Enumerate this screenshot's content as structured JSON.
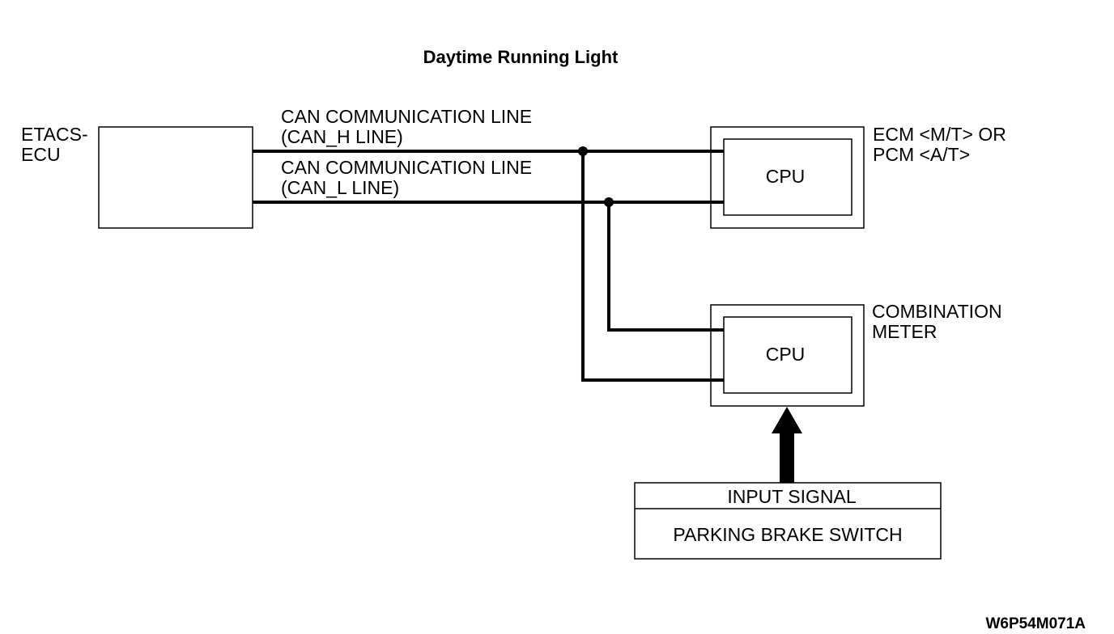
{
  "title": "Daytime Running Light",
  "etacs_ecu": {
    "label_line1": "ETACS-",
    "label_line2": "ECU"
  },
  "can_h": {
    "label_line1": "CAN COMMUNICATION LINE",
    "label_line2": "(CAN_H LINE)"
  },
  "can_l": {
    "label_line1": "CAN COMMUNICATION LINE",
    "label_line2": "(CAN_L LINE)"
  },
  "ecm": {
    "label_line1": "ECM <M/T> OR",
    "label_line2": "PCM <A/T>",
    "cpu": "CPU"
  },
  "combination_meter": {
    "label_line1": "COMBINATION",
    "label_line2": "METER",
    "cpu": "CPU"
  },
  "input_box": {
    "header": "INPUT SIGNAL",
    "item": "PARKING BRAKE SWITCH"
  },
  "figure_code": "W6P54M071A"
}
